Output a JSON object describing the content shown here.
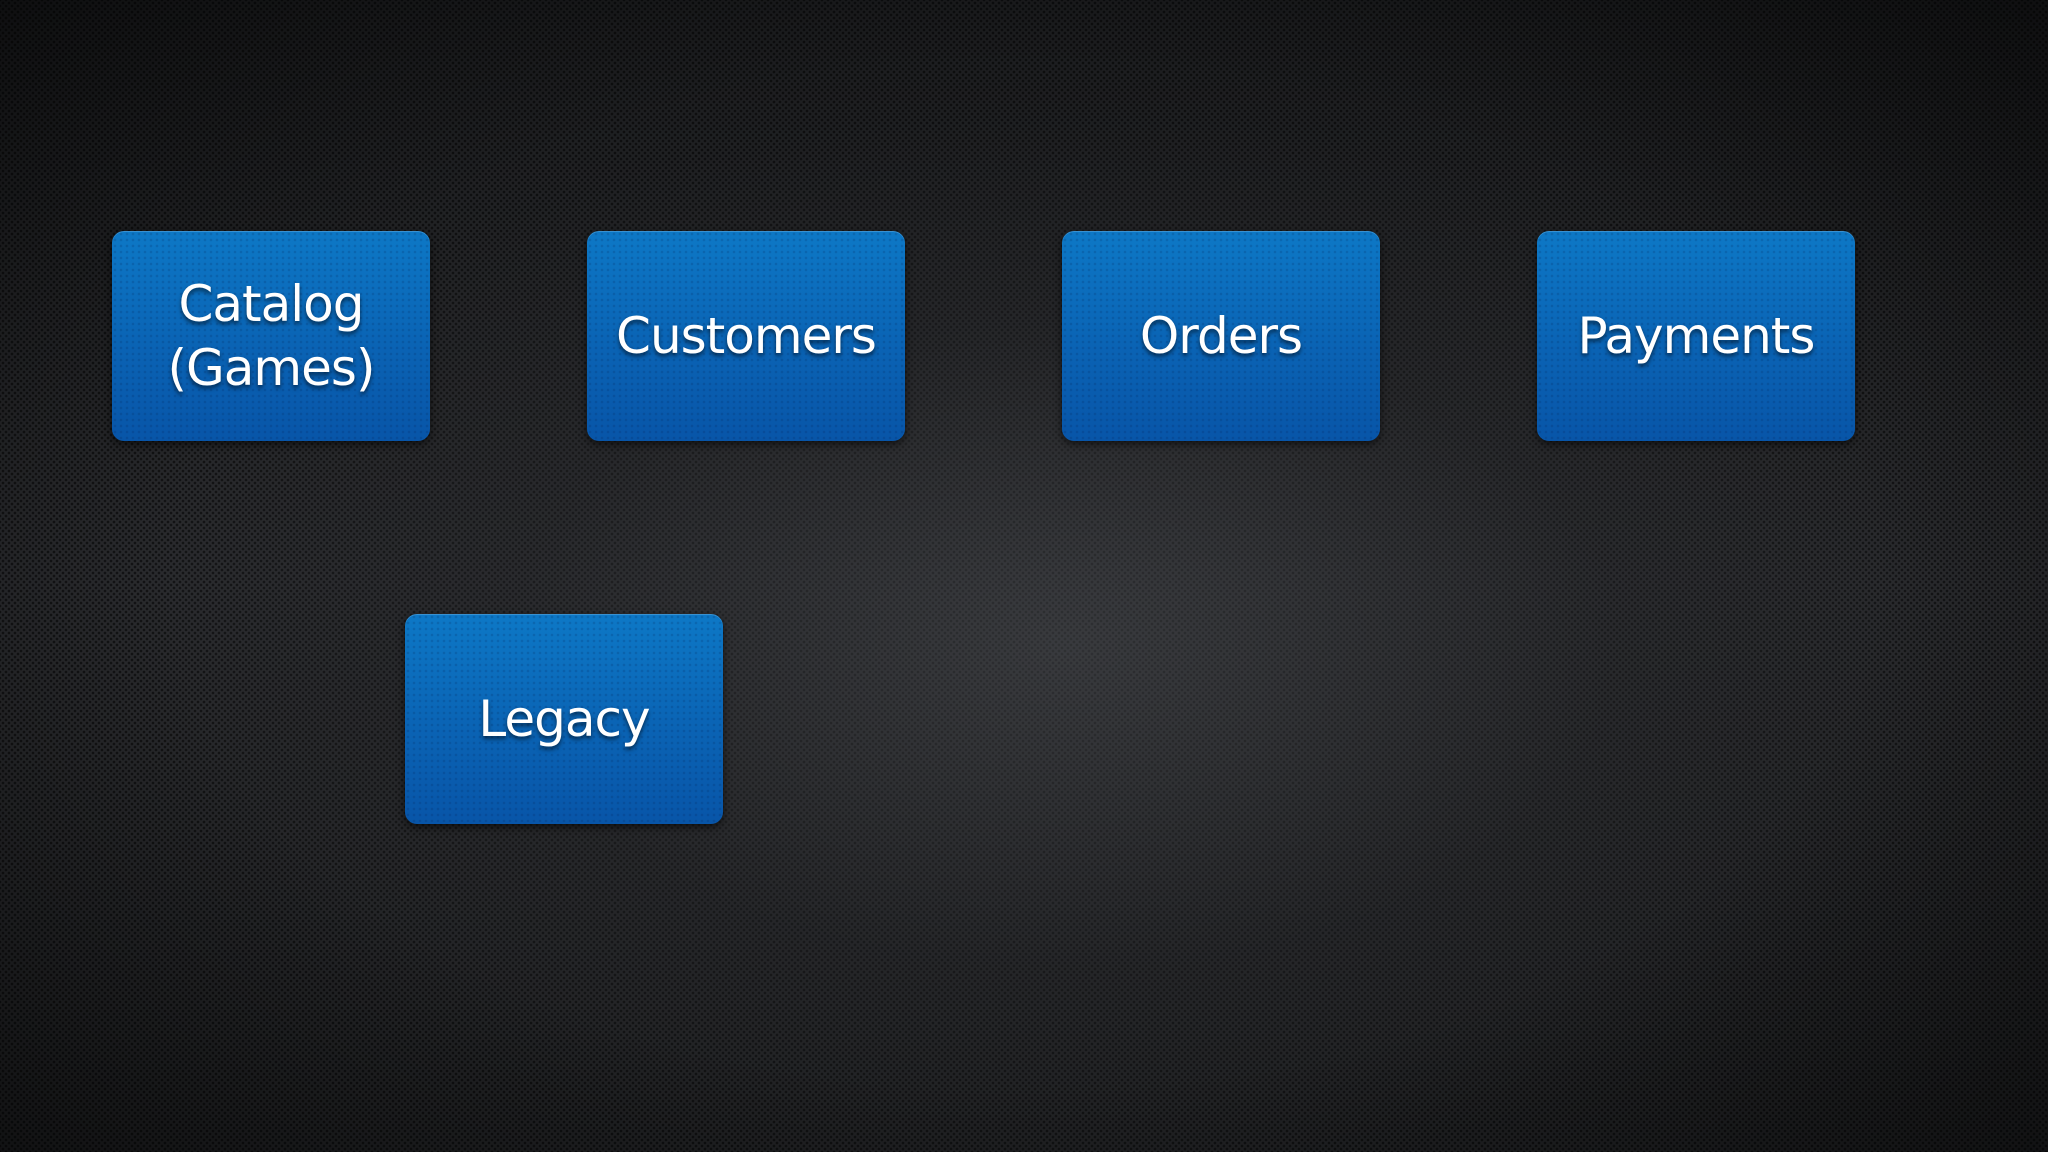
{
  "diagram": {
    "nodes": [
      {
        "id": "catalog",
        "label": "Catalog\n(Games)"
      },
      {
        "id": "customers",
        "label": "Customers"
      },
      {
        "id": "orders",
        "label": "Orders"
      },
      {
        "id": "payments",
        "label": "Payments"
      },
      {
        "id": "legacy",
        "label": "Legacy"
      }
    ]
  },
  "colors": {
    "node_fill": "#0a66b6",
    "node_text": "#ffffff",
    "background": "#232426"
  }
}
